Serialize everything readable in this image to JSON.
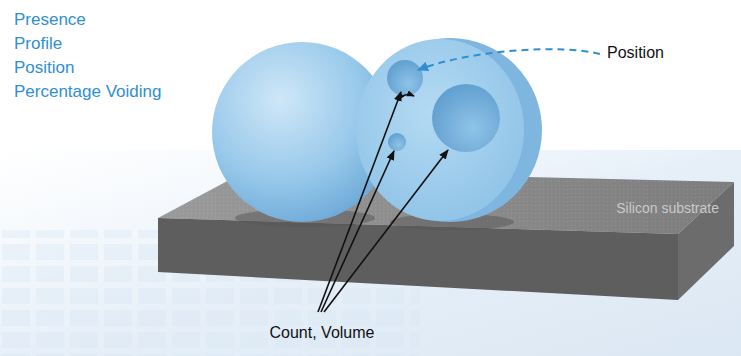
{
  "diagram": {
    "nodes": [
      {
        "text": [
          "Silicon substrate"
        ]
      }
    ],
    "labels": [
      "Presence",
      "Profile",
      "Position",
      "Percentage Voiding",
      "Position",
      "Count, Volume"
    ]
  }
}
